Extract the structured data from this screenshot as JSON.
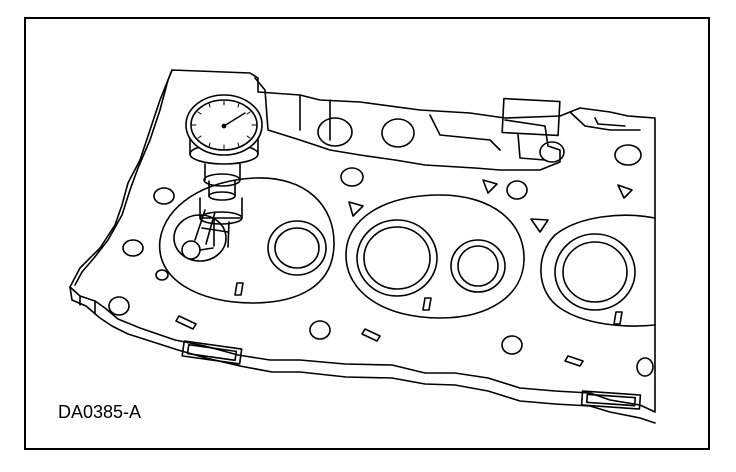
{
  "figure": {
    "code": "DA0385-A",
    "colors": {
      "line": "#000000",
      "background": "#ffffff"
    },
    "depicted_objects": [
      "cylinder-head",
      "dial-indicator"
    ]
  }
}
